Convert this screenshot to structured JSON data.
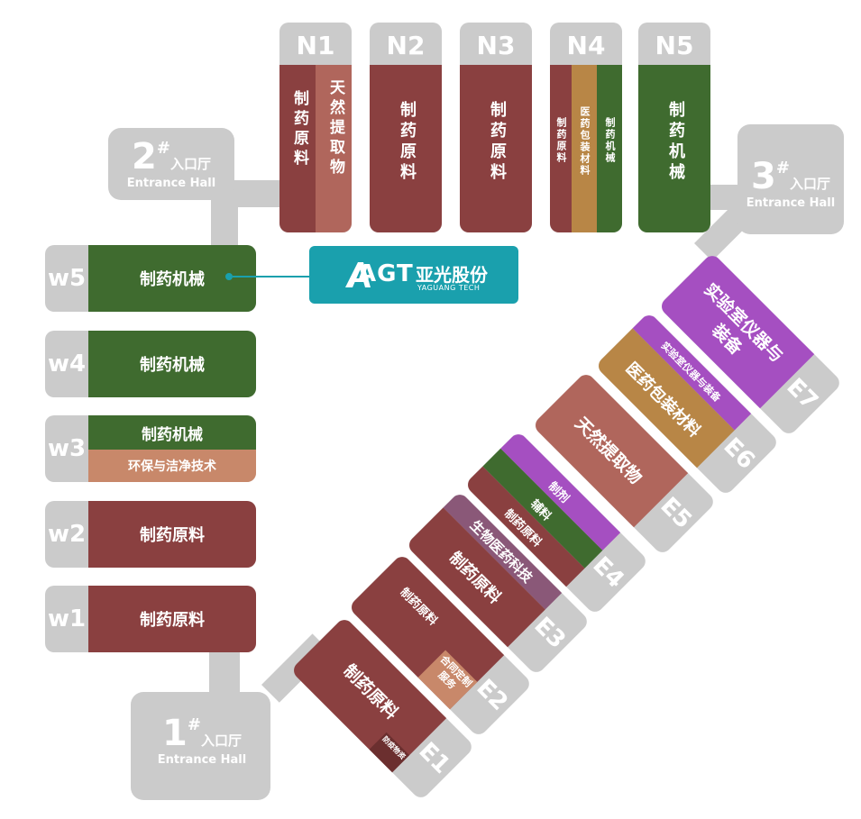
{
  "colors": {
    "hall_gray": "#cbcbcb",
    "pharma_raw": "#8a4040",
    "machinery": "#3f6b2f",
    "natural_extract": "#b0665c",
    "packaging": "#b88646",
    "eco": "#c8886a",
    "lab": "#a54fc1",
    "bio": "#8a5878",
    "custom": "#c8886a",
    "brand_teal": "#1aa0ad"
  },
  "entrances": {
    "e1": {
      "num": "1",
      "sharp": "#",
      "zh": "入口厅",
      "en": "Entrance Hall"
    },
    "e2": {
      "num": "2",
      "sharp": "#",
      "zh": "入口厅",
      "en": "Entrance Hall"
    },
    "e3": {
      "num": "3",
      "sharp": "#",
      "zh": "入口厅",
      "en": "Entrance Hall"
    }
  },
  "north": [
    {
      "id": "N1",
      "sections": [
        "制药原料",
        "天然提取物"
      ]
    },
    {
      "id": "N2",
      "sections": [
        "制药原料"
      ]
    },
    {
      "id": "N3",
      "sections": [
        "制药原料"
      ]
    },
    {
      "id": "N4",
      "sections": [
        "制药原料",
        "医药包装材料",
        "制药机械"
      ]
    },
    {
      "id": "N5",
      "sections": [
        "制药机械"
      ]
    }
  ],
  "west": [
    {
      "id": "w5",
      "sections": [
        "制药机械"
      ]
    },
    {
      "id": "w4",
      "sections": [
        "制药机械"
      ]
    },
    {
      "id": "w3",
      "sections": [
        "制药机械",
        "环保与洁净技术"
      ]
    },
    {
      "id": "w2",
      "sections": [
        "制药原料"
      ]
    },
    {
      "id": "w1",
      "sections": [
        "制药原料"
      ]
    }
  ],
  "east": [
    {
      "id": "E1",
      "sections": [
        "制药原料",
        "防疫物资"
      ]
    },
    {
      "id": "E2",
      "sections": [
        "制药原料",
        "合同定制服务"
      ]
    },
    {
      "id": "E3",
      "sections": [
        "生物医药科技",
        "制药原料"
      ]
    },
    {
      "id": "E4",
      "sections": [
        "制剂",
        "辅料",
        "制药原料"
      ]
    },
    {
      "id": "E5",
      "sections": [
        "天然提取物"
      ]
    },
    {
      "id": "E6",
      "sections": [
        "实验室仪器与装备",
        "医药包装材料"
      ]
    },
    {
      "id": "E7",
      "sections": [
        "实验室仪器与装备"
      ]
    }
  ],
  "exhibitor": {
    "logo": "AGT",
    "name_zh": "亚光股份",
    "name_en": "YAGUANG TECH"
  }
}
